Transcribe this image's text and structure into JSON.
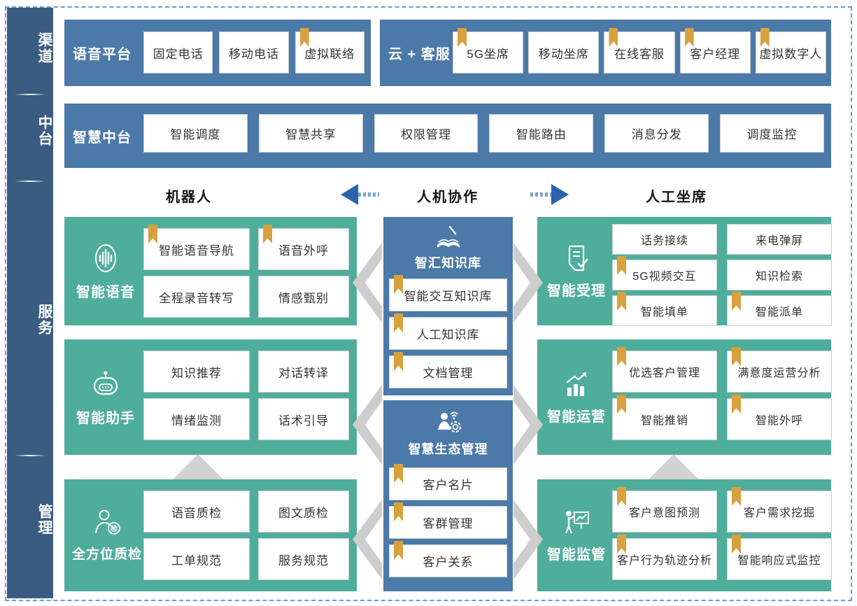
{
  "colors": {
    "sidebar_blue": "#3a5c81",
    "panel_blue": "#4b79a8",
    "service_green": "#4fae9b",
    "bookmark_gold": "#d7a23d",
    "arrow_blue": "#2b64ad",
    "frame_dash_blue": "#6b99d0"
  },
  "sidebar": {
    "items": [
      {
        "label": "渠道"
      },
      {
        "label": "中台"
      },
      {
        "label": "服务"
      },
      {
        "label": "管理"
      }
    ]
  },
  "channels": {
    "voice_platform": {
      "title": "语音平台",
      "items": [
        {
          "label": "固定电话",
          "bookmark": false
        },
        {
          "label": "移动电话",
          "bookmark": false
        },
        {
          "label": "虚拟联络",
          "bookmark": true
        }
      ]
    },
    "cloud_service": {
      "title": "云 + 客服",
      "items": [
        {
          "label": "5G坐席",
          "bookmark": true
        },
        {
          "label": "移动坐席",
          "bookmark": false
        },
        {
          "label": "在线客服",
          "bookmark": true
        },
        {
          "label": "客户经理",
          "bookmark": true
        },
        {
          "label": "虚拟数字人",
          "bookmark": true
        }
      ]
    }
  },
  "middle_platform": {
    "title": "智慧中台",
    "items": [
      {
        "label": "智能调度",
        "bookmark": false
      },
      {
        "label": "智慧共享",
        "bookmark": false
      },
      {
        "label": "权限管理",
        "bookmark": false
      },
      {
        "label": "智能路由",
        "bookmark": false
      },
      {
        "label": "消息分发",
        "bookmark": false
      },
      {
        "label": "调度监控",
        "bookmark": false
      }
    ]
  },
  "flow_header": {
    "left": "机器人",
    "center": "人机协作",
    "right": "人工坐席"
  },
  "robot_column": {
    "smart_voice": {
      "title": "智能语音",
      "icon": "voice-wave-icon",
      "items": [
        {
          "label": "智能语音导航",
          "bookmark": true
        },
        {
          "label": "语音外呼",
          "bookmark": true
        },
        {
          "label": "全程录音转写",
          "bookmark": false
        },
        {
          "label": "情感甄别",
          "bookmark": false
        }
      ]
    },
    "smart_assistant": {
      "title": "智能助手",
      "icon": "robot-icon",
      "items": [
        {
          "label": "知识推荐",
          "bookmark": false
        },
        {
          "label": "对话转译",
          "bookmark": false
        },
        {
          "label": "情绪监测",
          "bookmark": false
        },
        {
          "label": "话术引导",
          "bookmark": false
        }
      ]
    },
    "quality_inspection": {
      "title": "全方位质检",
      "icon": "inspector-icon",
      "items": [
        {
          "label": "语音质检",
          "bookmark": false
        },
        {
          "label": "图文质检",
          "bookmark": false
        },
        {
          "label": "工单规范",
          "bookmark": false
        },
        {
          "label": "服务规范",
          "bookmark": false
        }
      ]
    }
  },
  "center_column": {
    "knowledge_base": {
      "title": "智汇知识库",
      "icon": "book-pen-icon",
      "items": [
        {
          "label": "智能交互知识库",
          "bookmark": true
        },
        {
          "label": "人工知识库",
          "bookmark": true
        },
        {
          "label": "文档管理",
          "bookmark": true
        }
      ]
    },
    "eco_management": {
      "title": "智慧生态管理",
      "icon": "person-network-icon",
      "items": [
        {
          "label": "客户名片",
          "bookmark": true
        },
        {
          "label": "客群管理",
          "bookmark": true
        },
        {
          "label": "客户关系",
          "bookmark": true
        }
      ]
    }
  },
  "agent_column": {
    "smart_acceptance": {
      "title": "智能受理",
      "icon": "doc-check-icon",
      "items": [
        {
          "label": "话务接续",
          "bookmark": false
        },
        {
          "label": "来电弹屏",
          "bookmark": false
        },
        {
          "label": "5G视频交互",
          "bookmark": true
        },
        {
          "label": "知识检索",
          "bookmark": false
        },
        {
          "label": "智能填单",
          "bookmark": true
        },
        {
          "label": "智能派单",
          "bookmark": true
        }
      ]
    },
    "smart_operation": {
      "title": "智能运营",
      "icon": "chart-up-icon",
      "items": [
        {
          "label": "优选客户管理",
          "bookmark": true
        },
        {
          "label": "满意度运营分析",
          "bookmark": true
        },
        {
          "label": "智能推销",
          "bookmark": true
        },
        {
          "label": "智能外呼",
          "bookmark": true
        }
      ]
    },
    "smart_supervision": {
      "title": "智能监管",
      "icon": "person-board-icon",
      "items": [
        {
          "label": "客户意图预测",
          "bookmark": true
        },
        {
          "label": "客户需求挖掘",
          "bookmark": true
        },
        {
          "label": "客户行为轨迹分析",
          "bookmark": true
        },
        {
          "label": "智能响应式监控",
          "bookmark": true
        }
      ]
    }
  }
}
